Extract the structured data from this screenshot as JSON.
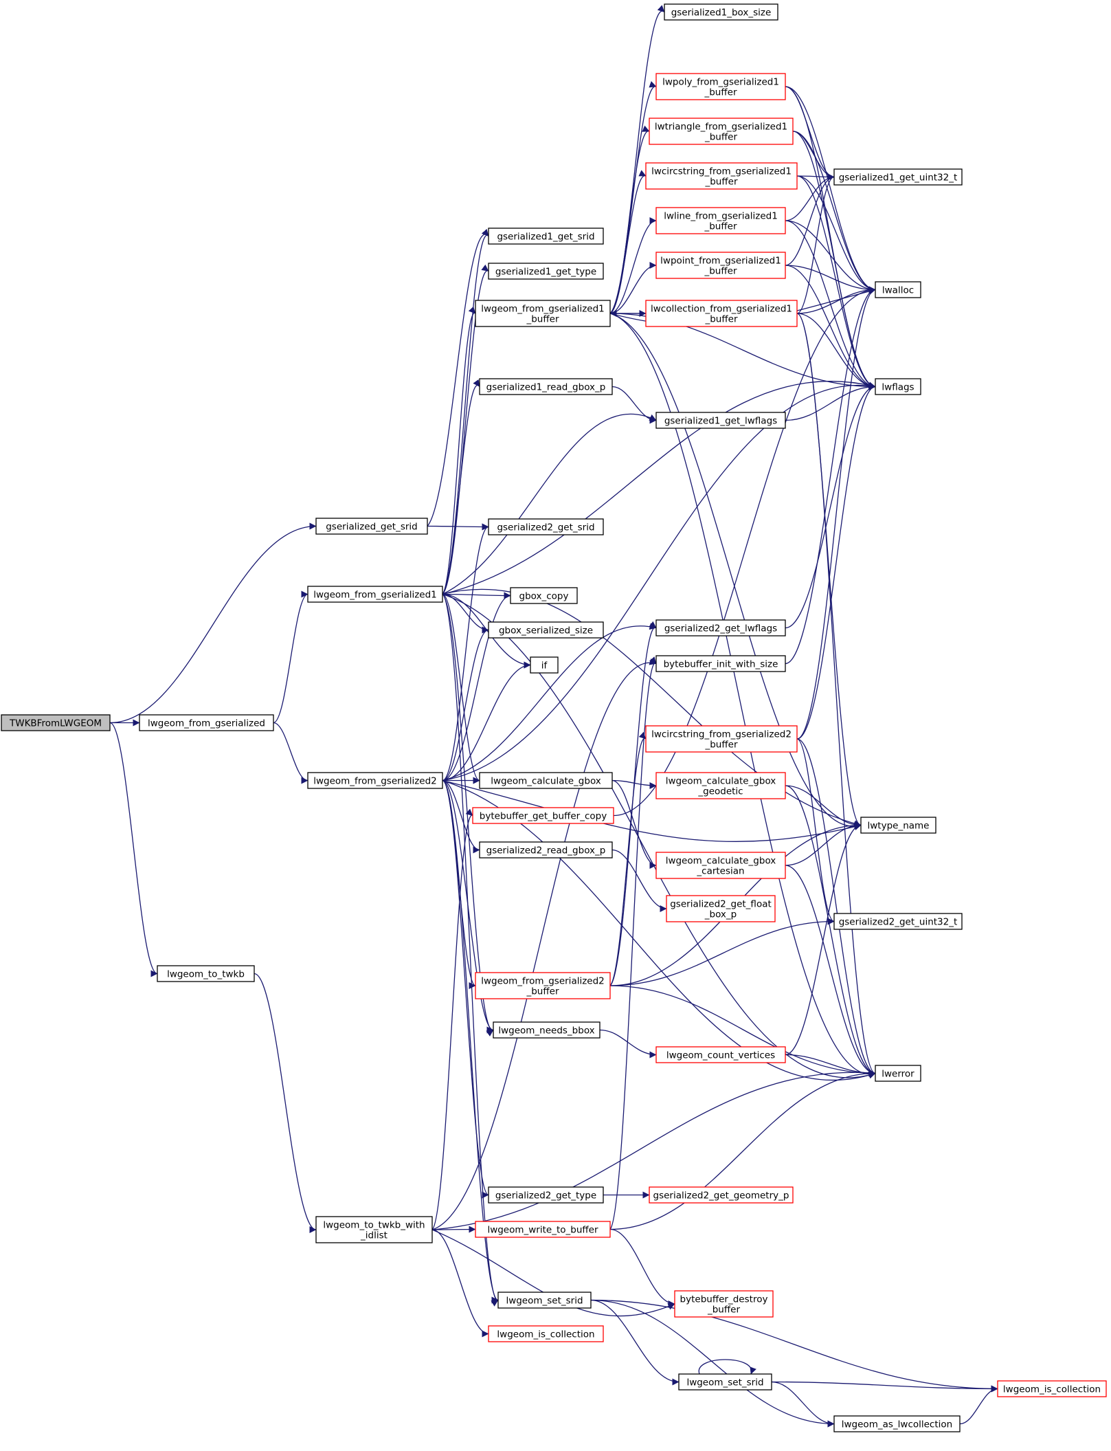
{
  "colors": {
    "edge": "#191970",
    "node_border": "#000000",
    "node_border_incomplete": "#ff0000",
    "root_fill": "#bfbfbf",
    "node_fill": "#ffffff"
  },
  "nodes": [
    {
      "id": "TWKBFromLWGEOM",
      "lines": [
        "TWKBFromLWGEOM"
      ],
      "style": "root"
    },
    {
      "id": "gserialized_get_srid",
      "lines": [
        "gserialized_get_srid"
      ],
      "style": "normal"
    },
    {
      "id": "lwgeom_from_gserialized",
      "lines": [
        "lwgeom_from_gserialized"
      ],
      "style": "normal"
    },
    {
      "id": "lwgeom_to_twkb",
      "lines": [
        "lwgeom_to_twkb"
      ],
      "style": "normal"
    },
    {
      "id": "lwgeom_from_gserialized1",
      "lines": [
        "lwgeom_from_gserialized1"
      ],
      "style": "normal"
    },
    {
      "id": "lwgeom_from_gserialized2",
      "lines": [
        "lwgeom_from_gserialized2"
      ],
      "style": "normal"
    },
    {
      "id": "lwgeom_to_twkb_with_idlist",
      "lines": [
        "lwgeom_to_twkb_with",
        "_idlist"
      ],
      "style": "normal"
    },
    {
      "id": "gserialized1_get_srid",
      "lines": [
        "gserialized1_get_srid"
      ],
      "style": "normal"
    },
    {
      "id": "gserialized1_get_type",
      "lines": [
        "gserialized1_get_type"
      ],
      "style": "normal"
    },
    {
      "id": "lwgeom_from_gserialized1_buffer",
      "lines": [
        "lwgeom_from_gserialized1",
        "_buffer"
      ],
      "style": "normal"
    },
    {
      "id": "gserialized1_read_gbox_p",
      "lines": [
        "gserialized1_read_gbox_p"
      ],
      "style": "normal"
    },
    {
      "id": "gserialized2_get_srid",
      "lines": [
        "gserialized2_get_srid"
      ],
      "style": "normal"
    },
    {
      "id": "gbox_copy",
      "lines": [
        "gbox_copy"
      ],
      "style": "normal"
    },
    {
      "id": "gbox_serialized_size",
      "lines": [
        "gbox_serialized_size"
      ],
      "style": "normal"
    },
    {
      "id": "if",
      "lines": [
        "if"
      ],
      "style": "normal"
    },
    {
      "id": "lwgeom_calculate_gbox",
      "lines": [
        "lwgeom_calculate_gbox"
      ],
      "style": "normal"
    },
    {
      "id": "bytebuffer_get_buffer_copy",
      "lines": [
        "bytebuffer_get_buffer_copy"
      ],
      "style": "incomplete"
    },
    {
      "id": "gserialized2_read_gbox_p",
      "lines": [
        "gserialized2_read_gbox_p"
      ],
      "style": "normal"
    },
    {
      "id": "lwgeom_from_gserialized2_buffer",
      "lines": [
        "lwgeom_from_gserialized2",
        "_buffer"
      ],
      "style": "incomplete"
    },
    {
      "id": "lwgeom_needs_bbox",
      "lines": [
        "lwgeom_needs_bbox"
      ],
      "style": "normal"
    },
    {
      "id": "gserialized2_get_type",
      "lines": [
        "gserialized2_get_type"
      ],
      "style": "normal"
    },
    {
      "id": "lwgeom_write_to_buffer",
      "lines": [
        "lwgeom_write_to_buffer"
      ],
      "style": "incomplete"
    },
    {
      "id": "lwgeom_set_srid_a",
      "lines": [
        "lwgeom_set_srid"
      ],
      "style": "normal"
    },
    {
      "id": "lwgeom_is_collection_a",
      "lines": [
        "lwgeom_is_collection"
      ],
      "style": "incomplete"
    },
    {
      "id": "gserialized1_box_size",
      "lines": [
        "gserialized1_box_size"
      ],
      "style": "normal"
    },
    {
      "id": "lwpoly_from_gserialized1_buffer",
      "lines": [
        "lwpoly_from_gserialized1",
        "_buffer"
      ],
      "style": "incomplete"
    },
    {
      "id": "lwtriangle_from_gserialized1_buffer",
      "lines": [
        "lwtriangle_from_gserialized1",
        "_buffer"
      ],
      "style": "incomplete"
    },
    {
      "id": "lwcircstring_from_gserialized1_buffer",
      "lines": [
        "lwcircstring_from_gserialized1",
        "_buffer"
      ],
      "style": "incomplete"
    },
    {
      "id": "lwline_from_gserialized1_buffer",
      "lines": [
        "lwline_from_gserialized1",
        "_buffer"
      ],
      "style": "incomplete"
    },
    {
      "id": "lwpoint_from_gserialized1_buffer",
      "lines": [
        "lwpoint_from_gserialized1",
        "_buffer"
      ],
      "style": "incomplete"
    },
    {
      "id": "lwcollection_from_gserialized1_buffer",
      "lines": [
        "lwcollection_from_gserialized1",
        "_buffer"
      ],
      "style": "incomplete"
    },
    {
      "id": "gserialized1_get_lwflags",
      "lines": [
        "gserialized1_get_lwflags"
      ],
      "style": "normal"
    },
    {
      "id": "gserialized2_get_lwflags",
      "lines": [
        "gserialized2_get_lwflags"
      ],
      "style": "normal"
    },
    {
      "id": "bytebuffer_init_with_size",
      "lines": [
        "bytebuffer_init_with_size"
      ],
      "style": "normal"
    },
    {
      "id": "lwcircstring_from_gserialized2_buffer",
      "lines": [
        "lwcircstring_from_gserialized2",
        "_buffer"
      ],
      "style": "incomplete"
    },
    {
      "id": "lwgeom_calculate_gbox_geodetic",
      "lines": [
        "lwgeom_calculate_gbox",
        "_geodetic"
      ],
      "style": "incomplete"
    },
    {
      "id": "lwgeom_calculate_gbox_cartesian",
      "lines": [
        "lwgeom_calculate_gbox",
        "_cartesian"
      ],
      "style": "incomplete"
    },
    {
      "id": "gserialized2_get_float_box_p",
      "lines": [
        "gserialized2_get_float",
        "_box_p"
      ],
      "style": "incomplete"
    },
    {
      "id": "lwgeom_count_vertices",
      "lines": [
        "lwgeom_count_vertices"
      ],
      "style": "incomplete"
    },
    {
      "id": "gserialized2_get_geometry_p",
      "lines": [
        "gserialized2_get_geometry_p"
      ],
      "style": "incomplete"
    },
    {
      "id": "bytebuffer_destroy_buffer",
      "lines": [
        "bytebuffer_destroy",
        "_buffer"
      ],
      "style": "incomplete"
    },
    {
      "id": "lwgeom_set_srid_b",
      "lines": [
        "lwgeom_set_srid"
      ],
      "style": "normal"
    },
    {
      "id": "lwgeom_as_lwcollection",
      "lines": [
        "lwgeom_as_lwcollection"
      ],
      "style": "normal"
    },
    {
      "id": "gserialized1_get_uint32_t",
      "lines": [
        "gserialized1_get_uint32_t"
      ],
      "style": "normal"
    },
    {
      "id": "lwalloc",
      "lines": [
        "lwalloc"
      ],
      "style": "normal"
    },
    {
      "id": "lwflags",
      "lines": [
        "lwflags"
      ],
      "style": "normal"
    },
    {
      "id": "lwtype_name",
      "lines": [
        "lwtype_name"
      ],
      "style": "normal"
    },
    {
      "id": "gserialized2_get_uint32_t",
      "lines": [
        "gserialized2_get_uint32_t"
      ],
      "style": "normal"
    },
    {
      "id": "lwerror",
      "lines": [
        "lwerror"
      ],
      "style": "normal"
    },
    {
      "id": "lwgeom_is_collection_b",
      "lines": [
        "lwgeom_is_collection"
      ],
      "style": "incomplete"
    }
  ]
}
